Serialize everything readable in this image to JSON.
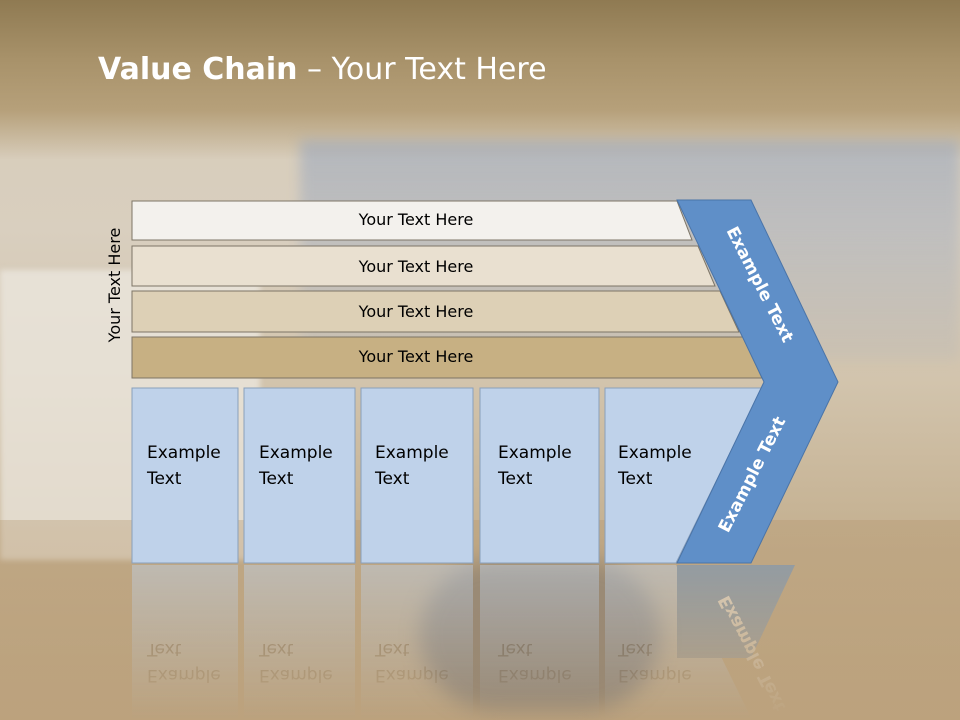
{
  "slide": {
    "title_bold": "Value Chain",
    "title_rest": " – Your Text Here",
    "side_label": "Your Text Here"
  },
  "support_rows": [
    {
      "label": "Your Text Here",
      "color": "#f3f1ed"
    },
    {
      "label": "Your Text Here",
      "color": "#e9e0d0"
    },
    {
      "label": "Your Text Here",
      "color": "#ddd0b6"
    },
    {
      "label": "Your Text Here",
      "color": "#c7b083"
    }
  ],
  "primary_boxes": [
    {
      "line1": "Example",
      "line2": "Text"
    },
    {
      "line1": "Example",
      "line2": "Text"
    },
    {
      "line1": "Example",
      "line2": "Text"
    },
    {
      "line1": "Example",
      "line2": "Text"
    },
    {
      "line1": "Example",
      "line2": "Text"
    }
  ],
  "chevron": {
    "upper_label": "Example Text",
    "lower_label": "Example Text",
    "color": "#5f8fc8"
  },
  "colors": {
    "box_fill": "#bfd2ea",
    "box_stroke": "#8aa0bb",
    "row_stroke": "#7d7566"
  }
}
